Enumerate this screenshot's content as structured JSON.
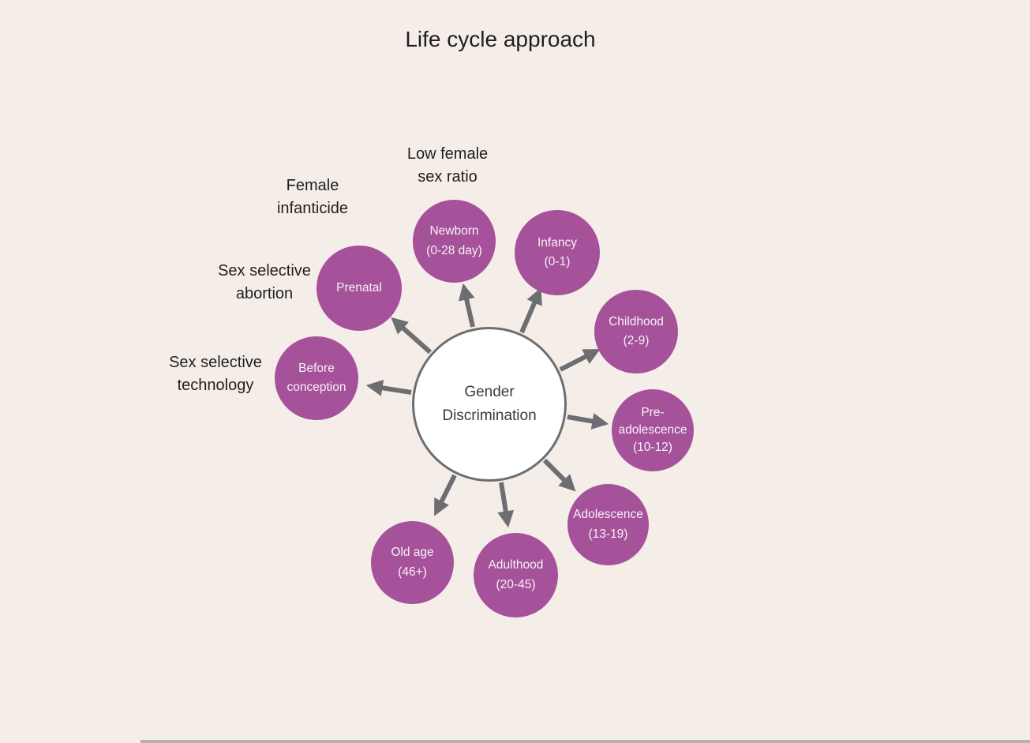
{
  "title": "Life cycle approach",
  "colors": {
    "background": "#f5ede8",
    "node_fill": "#a5529b",
    "node_text": "#f8f0f6",
    "arrow": "#6d6e71",
    "center_fill": "#ffffff",
    "center_border": "#6d6e71",
    "text_dark": "#1f1f1f"
  },
  "center": {
    "text": "Gender\nDiscrimination"
  },
  "nodes": [
    {
      "id": "prenatal",
      "text": "Prenatal"
    },
    {
      "id": "newborn",
      "text": "Newborn\n(0-28 day)"
    },
    {
      "id": "infancy",
      "text": "Infancy\n(0-1)"
    },
    {
      "id": "childhood",
      "text": "Childhood\n(2-9)"
    },
    {
      "id": "pre-adolescence",
      "text": "Pre-\nadolescence\n(10-12)"
    },
    {
      "id": "adolescence",
      "text": "Adolescence\n(13-19)"
    },
    {
      "id": "adulthood",
      "text": "Adulthood\n(20-45)"
    },
    {
      "id": "old-age",
      "text": "Old age\n(46+)"
    },
    {
      "id": "before-conception",
      "text": "Before\nconception"
    }
  ],
  "annotations": [
    {
      "id": "low-female-sex-ratio",
      "text": "Low female\nsex ratio"
    },
    {
      "id": "female-infanticide",
      "text": "Female\ninfanticide"
    },
    {
      "id": "sex-selective-abortion",
      "text": "Sex selective\nabortion"
    },
    {
      "id": "sex-selective-technology",
      "text": "Sex selective\ntechnology"
    }
  ]
}
